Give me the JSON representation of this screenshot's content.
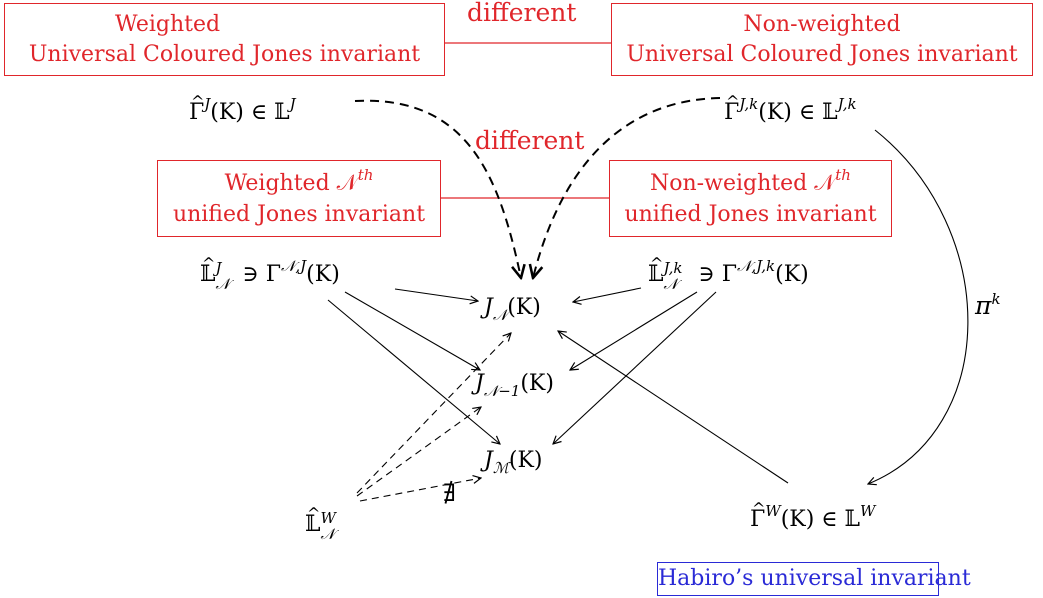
{
  "boxes": {
    "weighted_ucj": {
      "line1": "Weighted",
      "line2": "Universal Coloured Jones invariant",
      "color": "#e0262b"
    },
    "nonweighted_ucj": {
      "line1": "Non-weighted",
      "line2": "Universal Coloured Jones invariant",
      "color": "#e0262b"
    },
    "weighted_unified": {
      "line1": "Weighted 𝒩",
      "line1_sup": "th",
      "line2": "unified Jones invariant",
      "color": "#e0262b"
    },
    "nonweighted_unified": {
      "line1": "Non-weighted 𝒩",
      "line1_sup": "th",
      "line2": "unified Jones invariant",
      "color": "#e0262b"
    },
    "habiro": {
      "line1": "Habiro’s universal invariant",
      "color": "#2a2ad6"
    }
  },
  "edge_labels": {
    "different_top": "different",
    "different_mid": "different",
    "pi_k": "π",
    "pi_k_sup": "k",
    "not_exists": "∄"
  },
  "nodes": {
    "gamma_j": {
      "main": "Γ",
      "sup": "J",
      "rest": "(K) ∈ 𝕃",
      "rest_sup": "J"
    },
    "gamma_jk": {
      "main": "Γ",
      "sup": "J,k",
      "rest": "(K) ∈ 𝕃",
      "rest_sup": "J,k"
    },
    "l_n_j": {
      "left": "𝕃",
      "left_sup": "J",
      "left_sub": "𝒩",
      "mid": " ∋ Γ",
      "mid_sup": "𝒩,J",
      "rest": "(K)"
    },
    "l_n_jk": {
      "left": "𝕃",
      "left_sup": "J,k",
      "left_sub": "𝒩",
      "mid": " ∋ Γ",
      "mid_sup": "𝒩,J,k",
      "rest": "(K)"
    },
    "j_n": {
      "main": "J",
      "sub": "𝒩",
      "rest": "(K)"
    },
    "j_n1": {
      "main": "J",
      "sub": "𝒩−1",
      "rest": "(K)"
    },
    "j_m": {
      "main": "J",
      "sub": "ℳ",
      "rest": "(K)"
    },
    "l_n_w": {
      "main": "𝕃",
      "sup": "W",
      "sub": "𝒩"
    },
    "gamma_w": {
      "main": "Γ",
      "sup": "W",
      "rest": "(K) ∈ 𝕃",
      "rest_sup": "W"
    }
  }
}
